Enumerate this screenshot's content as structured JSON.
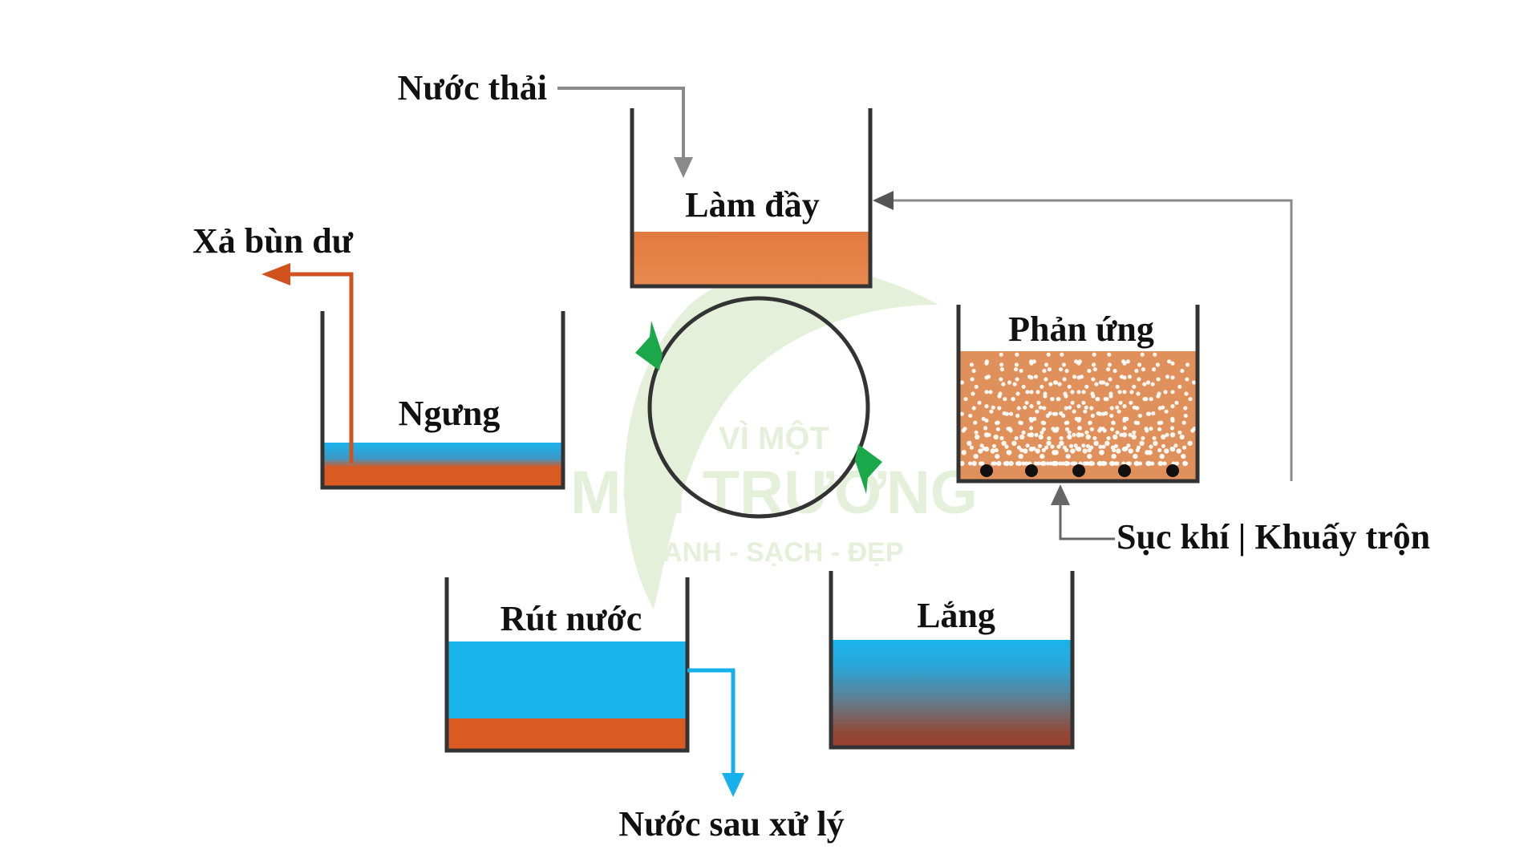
{
  "labels": {
    "influent": "Nước thải",
    "excess_sludge": "Xả bùn dư",
    "treated_water": "Nước sau xử lý",
    "aeration": "Sục khí | Khuấy trộn"
  },
  "stages": {
    "fill": "Làm đầy",
    "react": "Phản ứng",
    "settle": "Lắng",
    "decant": "Rút nước",
    "idle": "Ngưng"
  },
  "watermark": {
    "line1": "VÌ MỘT",
    "line2": "MÔI TRƯỜNG",
    "line3": "XANH - SẠCH - ĐẸP"
  },
  "colors": {
    "sludge": "#d95a22",
    "sludge_light": "#e8894f",
    "water": "#19b4ec",
    "sludge_dark": "#9a3e2e",
    "tank_wall": "#333333",
    "process_line": "#8a8a8a",
    "cycle_arrow": "#1aa84a",
    "sludge_pipe": "#d0521f",
    "effluent_pipe": "#16b0ea"
  },
  "icons": {
    "flow_arrow": "arrow-head-icon",
    "cycle": "cycle-arrows-icon",
    "diffuser": "air-diffuser-icon"
  }
}
